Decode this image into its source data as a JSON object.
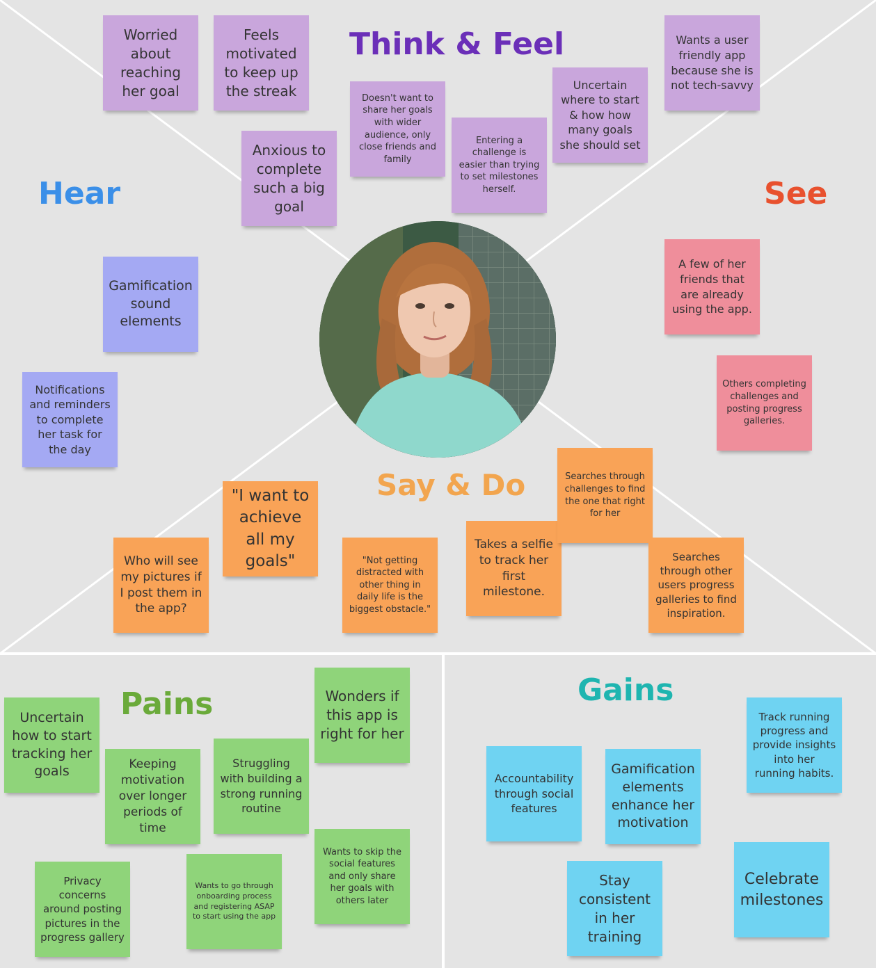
{
  "sections": {
    "think_feel": {
      "title": "Think & Feel",
      "color": "#6b2fb8"
    },
    "hear": {
      "title": "Hear",
      "color": "#3b8fe8"
    },
    "see": {
      "title": "See",
      "color": "#e8512e"
    },
    "say_do": {
      "title": "Say & Do",
      "color": "#f2a54e"
    },
    "pains": {
      "title": "Pains",
      "color": "#6aaa3a"
    },
    "gains": {
      "title": "Gains",
      "color": "#1fb5b0"
    }
  },
  "notes": {
    "tf1": "Worried about reaching her goal",
    "tf2": "Feels motivated to keep up the streak",
    "tf3": "Anxious to complete such a big goal",
    "tf4": "Doesn't want to share her goals with wider audience, only close friends and family",
    "tf5": "Entering a challenge is easier than trying to set milestones herself.",
    "tf6": "Uncertain where to start & how how many goals she should set",
    "tf7": "Wants a user friendly app because she is not tech-savvy",
    "hear1": "Gamification sound elements",
    "hear2": "Notifications and reminders to complete her task for the day",
    "see1": "A few of her friends that are already using the app.",
    "see2": "Others completing challenges and posting progress galleries.",
    "sd1": "\"I want to achieve all my goals\"",
    "sd2": "Who will see my pictures if I post them in the app?",
    "sd3": "\"Not getting distracted with other thing in daily life is the biggest obstacle.\"",
    "sd4": "Takes a selfie to track her first milestone.",
    "sd5": "Searches through challenges to find the one that right for her",
    "sd6": "Searches through other users progress galleries to find inspiration.",
    "p1": "Uncertain how to start tracking her goals",
    "p2": "Keeping motivation over longer periods of time",
    "p3": "Struggling with building a strong running routine",
    "p4": "Wonders if this app is right for her",
    "p5": "Privacy concerns around posting pictures in the progress gallery",
    "p6": "Wants to go through onboarding process and registering ASAP to start using the app",
    "p7": "Wants to skip the social features and only share her goals with others later",
    "g1": "Accountability through social features",
    "g2": "Gamification elements enhance her motivation",
    "g3": "Track running progress and provide insights into her running habits.",
    "g4": "Stay consistent in her training",
    "g5": "Celebrate milestones"
  }
}
